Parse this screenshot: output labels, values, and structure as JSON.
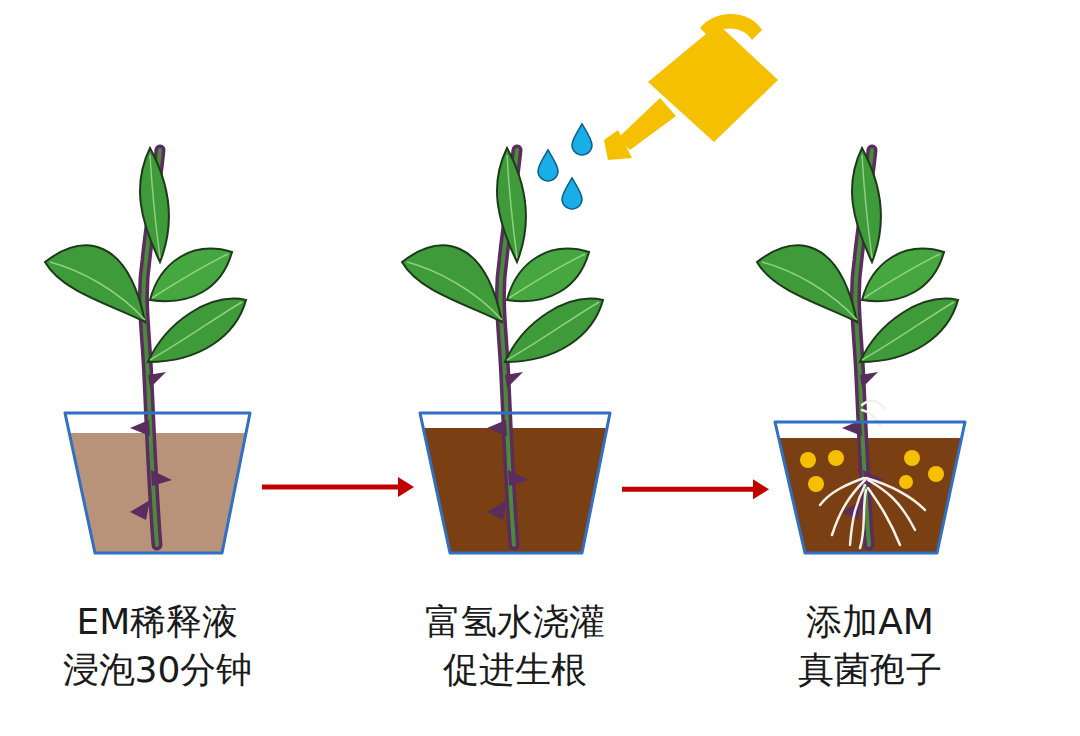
{
  "diagram": {
    "nodes": [
      {
        "text": [
          "EM稀释液 浸泡30分钟"
        ]
      },
      {
        "text": [
          "富氢水浇灌 促进生根"
        ]
      },
      {
        "text": [
          "添加AM 真菌孢子"
        ]
      }
    ],
    "edges": [
      {
        "from": 0,
        "to": 1,
        "arrow": "to"
      },
      {
        "from": 1,
        "to": 2,
        "arrow": "to"
      }
    ]
  }
}
